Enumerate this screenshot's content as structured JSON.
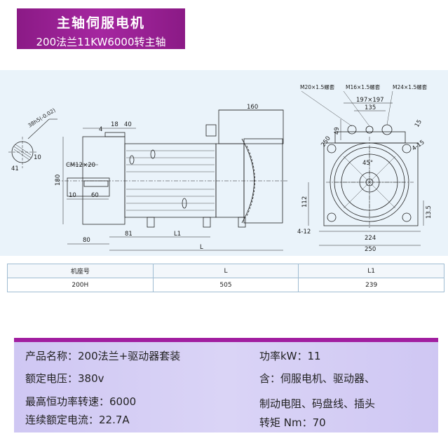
{
  "banner": {
    "title": "主轴伺服电机",
    "subtitle": "200法兰11KW6000转主轴"
  },
  "drawing": {
    "left_dims": {
      "shaft_key": "38h5(-0.02)",
      "d41": "41",
      "d10": "10",
      "d4": "4",
      "d18": "18",
      "d40": "40",
      "thread": "CM12×20",
      "flange": "180",
      "d10b": "10",
      "d60": "60",
      "d80": "80",
      "d81": "81",
      "L1": "L1",
      "L": "L",
      "d160": "160"
    },
    "right_dims": {
      "gland1": "M20×1.5螺套",
      "gland2": "M16×1.5螺套",
      "gland3": "M24×1.5螺套",
      "d197": "197×197",
      "d135": "135",
      "d49": "49",
      "d15": "15",
      "bolt_circle": "250",
      "holes": "4-15",
      "angle": "45°",
      "d112": "112",
      "d13_5": "13.5",
      "slot": "4-12",
      "d224": "224",
      "d250": "250"
    }
  },
  "table": {
    "headers": [
      "机座号",
      "L",
      "L1"
    ],
    "rows": [
      [
        "200H",
        "505",
        "239"
      ]
    ]
  },
  "info": {
    "product_name": "产品名称：200法兰+驱动器套装",
    "power": "功率kW：11",
    "rated_voltage": "额定电压：380v",
    "includes_1": "含：伺服电机、驱动器、",
    "max_speed": "最高恒功率转速：6000",
    "includes_2": "制动电阻、码盘线、插头",
    "rated_current": "连续额定电流：22.7A",
    "torque": "转矩 Nm：70"
  }
}
